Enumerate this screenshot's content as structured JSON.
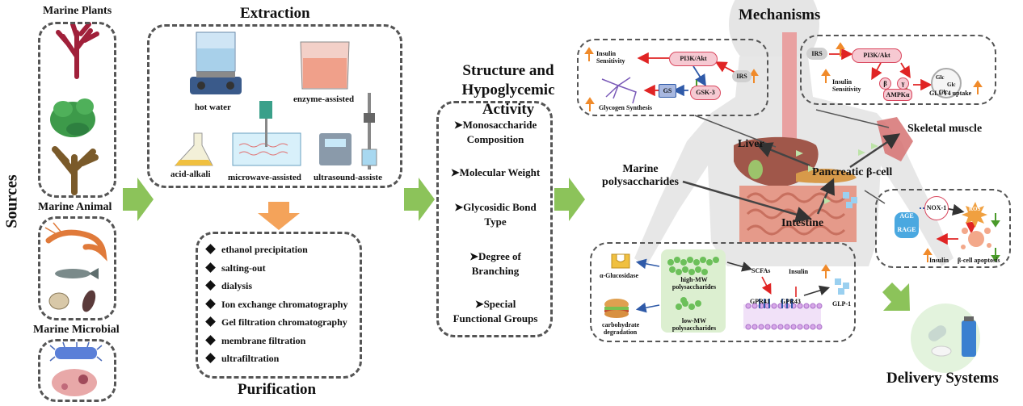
{
  "sources": {
    "side_label": "Sources",
    "plants_title": "Marine Plants",
    "animal_title": "Marine Animal",
    "microbial_title": "Marine Microbial"
  },
  "extraction": {
    "title": "Extraction",
    "methods": [
      "hot water",
      "enzyme-assisted",
      "acid-alkali",
      "microwave-assisted",
      "ultrasound-assiste"
    ]
  },
  "purification": {
    "title": "Purification",
    "items": [
      "ethanol precipitation",
      "salting-out",
      "dialysis",
      "Ion exchange chromatography",
      "Gel filtration chromatography",
      "membrane filtration",
      "ultrafiltration"
    ]
  },
  "structure": {
    "title_line1": "Structure and",
    "title_line2": "Hypoglycemic Activity",
    "items": [
      {
        "line1": "➤Monosaccharide",
        "line2": "Composition"
      },
      {
        "line1": "➤Molecular Weight",
        "line2": ""
      },
      {
        "line1": "➤Glycosidic Bond",
        "line2": "Type"
      },
      {
        "line1": "➤Degree of",
        "line2": "Branching"
      },
      {
        "line1": "➤Special",
        "line2": "Functional Groups"
      }
    ]
  },
  "mechanisms": {
    "title": "Mechanisms",
    "organs": {
      "liver": "Liver",
      "pancreatic": "Pancreatic β-cell",
      "skeletal": "Skeletal muscle",
      "intestine": "Intestine",
      "marine_line1": "Marine",
      "marine_line2": "polysaccharides"
    },
    "liver_box": {
      "insulin_sensitivity": "Insulin Sensitivity",
      "pi3k": "PI3K/Akt",
      "irs": "IRS",
      "gs": "GS",
      "gsk3": "GSK-3",
      "glycogen": "Glycogen Synthesis"
    },
    "muscle_box": {
      "irs": "IRS",
      "pi3k": "PI3K/Akt",
      "insulin_sensitivity": "Insulin Sensitivity",
      "beta": "β",
      "gamma": "γ",
      "ampk": "AMPKα",
      "glc": "Glc",
      "glut4": "GLUT4 uptake"
    },
    "beta_box": {
      "nox": "NOX-1",
      "ros": "ROS",
      "age": "AGE",
      "rage": "RAGE",
      "insulin": "Insulin",
      "apoptosis": "β-cell apoptosis"
    },
    "intestine_box": {
      "glucosidase": "α-Glucosidase",
      "carb_line1": "carbohydrate",
      "carb_line2": "degradation",
      "high_mw_line1": "high-MW",
      "high_mw_line2": "polysaccharides",
      "low_mw_line1": "low-MW",
      "low_mw_line2": "polysaccharides",
      "scfas": "SCFAs",
      "insulin": "Insulin",
      "gpr41": "GPR41",
      "gpr43": "GPR43",
      "glp1": "GLP-1"
    }
  },
  "delivery": {
    "title": "Delivery Systems"
  },
  "colors": {
    "green_arrow": "#8cc35a",
    "orange_arrow": "#f4a35a",
    "red": "#e02424",
    "blue": "#2f5aa8",
    "body": "#e6e6e6"
  }
}
